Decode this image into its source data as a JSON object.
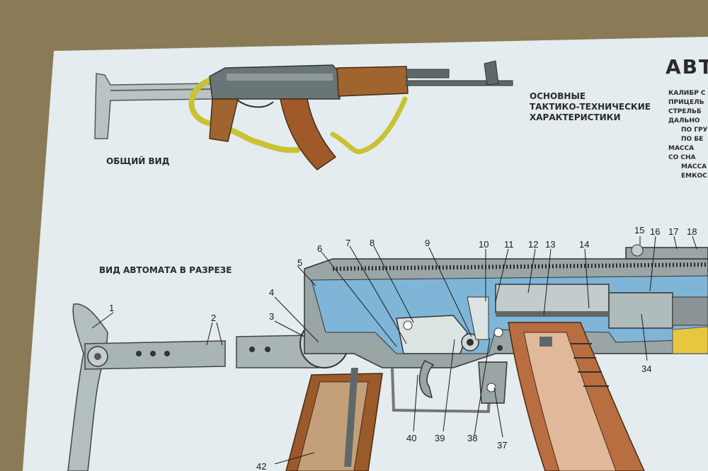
{
  "title_fragment": "АВТ",
  "general_view_label": "ОБЩИЙ ВИД",
  "specs_heading": [
    "ОСНОВНЫЕ",
    "ТАКТИКО-ТЕХНИЧЕСКИЕ",
    "ХАРАКТЕРИСТИКИ"
  ],
  "specs_lines": [
    "КАЛИБР С",
    "ПРИЦЕЛЬ",
    "СТРЕЛЬБ",
    "ДАЛЬНО",
    "ПО ГРУ",
    "ПО БЕ",
    "МАССА",
    "СО СНА",
    "МАССА",
    "ЕМКОС"
  ],
  "section_view_label": "ВИД АВТОМАТА В РАЗРЕЗЕ",
  "callouts": [
    "1",
    "2",
    "3",
    "4",
    "5",
    "6",
    "7",
    "8",
    "9",
    "10",
    "11",
    "12",
    "13",
    "14",
    "15",
    "16",
    "17",
    "18",
    "34",
    "37",
    "38",
    "39",
    "40",
    "42"
  ],
  "colors": {
    "background": "#8a7a55",
    "paper": "#e4ecef",
    "metal_dark": "#5e6868",
    "metal_light": "#aab6b6",
    "wood": "#9a5a2a",
    "sling": "#c9c232",
    "section_blue": "#7fb6d8",
    "text": "#2a2a2a"
  }
}
